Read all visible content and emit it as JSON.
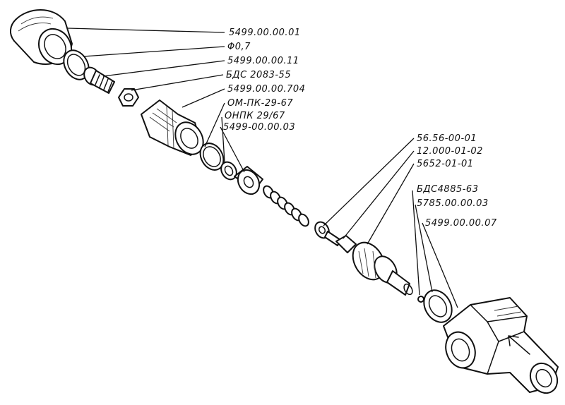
{
  "labels": {
    "l1": "5499.00.00.01",
    "l2": "Φ0,7",
    "l3": "5499.00.00.11",
    "l4": "БДС 2083-55",
    "l5": "5499.00.00.704",
    "l6": "ОМ-ПК-29-67",
    "l7": "ОНПК 29/67",
    "l8": "5499-00.00.03",
    "l9": "56.56-00-01",
    "l10": "12.000-01-02",
    "l11": "5652-01-01",
    "l12": "БДС4885-63",
    "l13": "5785.00.00.03",
    "l14": "5499.00.00.07"
  }
}
